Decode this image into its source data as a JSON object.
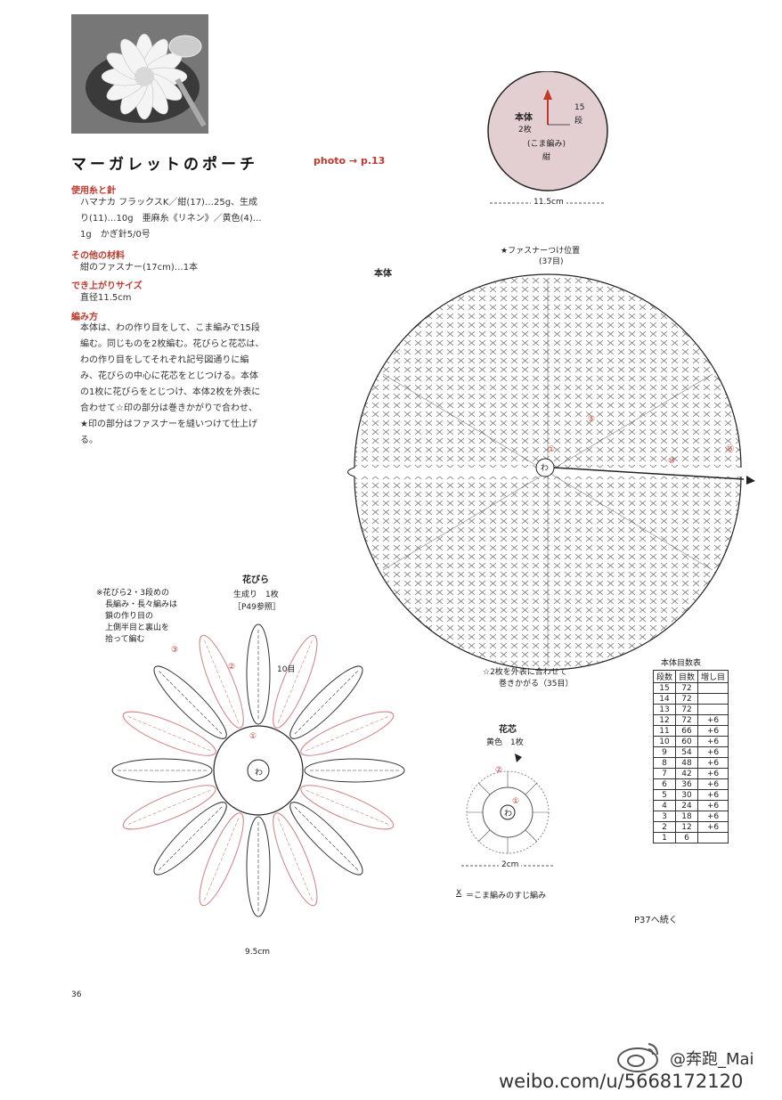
{
  "header": {
    "title": "マーガレットのポーチ",
    "photo_ref": "photo → p.13"
  },
  "sections": {
    "yarn": {
      "heading": "使用糸と針",
      "lines": [
        "ハマナカ フラックスK／紺(17)…25g、生成",
        "り(11)…10g　亜麻糸《リネン》／黄色(4)…",
        "1g　かぎ針5/0号"
      ]
    },
    "other": {
      "heading": "その他の材料",
      "lines": [
        "紺のファスナー(17cm)…1本"
      ]
    },
    "size": {
      "heading": "でき上がりサイズ",
      "lines": [
        "直径11.5cm"
      ]
    },
    "method": {
      "heading": "編み方",
      "lines": [
        "本体は、わの作り目をして、こま編みで15段",
        "編む。同じものを2枚編む。花びらと花芯は、",
        "わの作り目をしてそれぞれ記号図通りに編",
        "み、花びらの中心に花芯をとじつける。本体",
        "の1枚に花びらをとじつけ、本体2枚を外表に",
        "合わせて☆印の部分は巻きかがりで合わせ、",
        "★印の部分はファスナーを縫いつけて仕上げ",
        "る。"
      ]
    }
  },
  "small_diagram": {
    "name": "本体",
    "count": "2枚",
    "stitch": "(こま編み)",
    "color": "紺",
    "rows_num": "15",
    "rows_unit": "段",
    "width": "11.5cm"
  },
  "body_chart": {
    "label": "本体",
    "zipper": "★ファスナーつけ位置",
    "zipper_count": "(37目)",
    "seam_1": "☆2枚を外表に合わせて",
    "seam_2": "巻きかがる（35目）",
    "center": "わ",
    "row_markers": [
      "①",
      "⑤",
      "⑩",
      "⑮"
    ]
  },
  "gauge_table": {
    "title": "本体目数表",
    "headers": [
      "段数",
      "目数",
      "増し目"
    ],
    "rows": [
      [
        "15",
        "72",
        ""
      ],
      [
        "14",
        "72",
        ""
      ],
      [
        "13",
        "72",
        ""
      ],
      [
        "12",
        "72",
        "+6"
      ],
      [
        "11",
        "66",
        "+6"
      ],
      [
        "10",
        "60",
        "+6"
      ],
      [
        "9",
        "54",
        "+6"
      ],
      [
        "8",
        "48",
        "+6"
      ],
      [
        "7",
        "42",
        "+6"
      ],
      [
        "6",
        "36",
        "+6"
      ],
      [
        "5",
        "30",
        "+6"
      ],
      [
        "4",
        "24",
        "+6"
      ],
      [
        "3",
        "18",
        "+6"
      ],
      [
        "2",
        "12",
        "+6"
      ],
      [
        "1",
        "6",
        ""
      ]
    ]
  },
  "petal_chart": {
    "title": "花びら",
    "yarn": "生成り　1枚",
    "ref": "［P49参照］",
    "note": [
      "※花びら2・3段めの",
      "長編み・長々編みは",
      "鎖の作り目の",
      "上側半目と裏山を",
      "拾って編む"
    ],
    "row_labels": [
      "①",
      "②",
      "③"
    ],
    "count_label": "10目",
    "center": "わ",
    "width": "9.5cm"
  },
  "center_chart": {
    "title": "花芯",
    "yarn": "黄色　1枚",
    "row_labels": [
      "①",
      "②"
    ],
    "center": "わ",
    "width": "2cm"
  },
  "legend": {
    "symbol": "X",
    "text": "＝こま編みのすじ編み"
  },
  "continued": "P37へ続く",
  "page_number": "36",
  "watermark": {
    "handle": "@奔跑_Mai",
    "url": "weibo.com/u/5668172120"
  },
  "colors": {
    "accent": "#c0392b",
    "pouch": "#e3cfd2",
    "red_stitch": "#d08080"
  }
}
